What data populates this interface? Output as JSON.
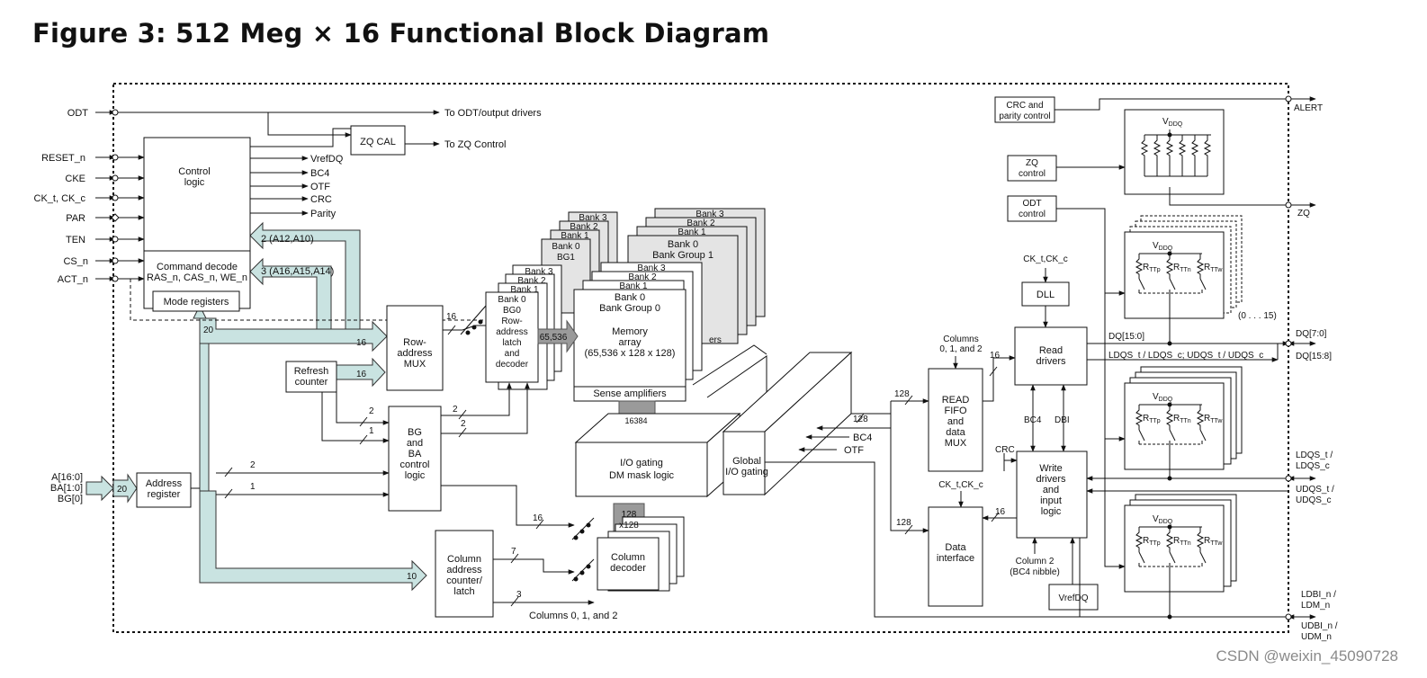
{
  "title": "Figure 3: 512 Meg × 16 Functional Block Diagram",
  "watermark": "CSDN @weixin_45090728",
  "colors": {
    "bus": "#c9e3e1",
    "bus_stroke": "#333333",
    "bank_fill": "#e4e4e4",
    "gray_arrow": "#9a9a9a"
  },
  "inputs": {
    "odt": "ODT",
    "reset": "RESET_n",
    "cke": "CKE",
    "ck": "CK_t, CK_c",
    "par": "PAR",
    "ten": "TEN",
    "cs": "CS_n",
    "act": "ACT_n",
    "addr1": "A[16:0]",
    "addr2": "BA[1:0]",
    "addr3": "BG[0]"
  },
  "control": {
    "block_line1": "Control",
    "block_line2": "logic",
    "cmd_line1": "Command decode",
    "cmd_line2": "RAS_n, CAS_n, WE_n",
    "mode": "Mode registers",
    "out_odt": "To ODT/output drivers",
    "zqcal": "ZQ CAL",
    "out_zq": "To ZQ Control",
    "outs": [
      "VrefDQ",
      "BC4",
      "OTF",
      "CRC",
      "Parity"
    ],
    "bus_a": "2 (A12,A10)",
    "bus_b": "3 (A16,A15,A14)"
  },
  "address": {
    "line1": "Address",
    "line2": "register",
    "width": "20",
    "w20": "20",
    "w16a": "16",
    "w16b": "16",
    "w16c": "16",
    "w2": "2",
    "w1": "1",
    "w10": "10"
  },
  "row_mux": {
    "line1": "Row-",
    "line2": "address",
    "line3": "MUX"
  },
  "refresh": {
    "line1": "Refresh",
    "line2": "counter"
  },
  "bgba": {
    "line1": "BG",
    "line2": "and",
    "line3": "BA",
    "line4": "control",
    "line5": "logic",
    "w2a": "2",
    "w2b": "2",
    "w1": "1"
  },
  "col_counter": {
    "line1": "Column",
    "line2": "address",
    "line3": "counter/",
    "line4": "latch",
    "w7": "7",
    "w3": "3",
    "cols_label": "Columns 0, 1, and 2"
  },
  "bg0": {
    "banks": [
      "Bank 3",
      "Bank 2",
      "Bank 1"
    ],
    "latch": [
      "Bank 0",
      "BG0",
      "Row-",
      "address",
      "latch",
      "and",
      "decoder"
    ],
    "w65536": "65,536"
  },
  "bg1": {
    "banks": [
      "Bank 3",
      "Bank 2",
      "Bank 1"
    ],
    "bank0": [
      "Bank 0",
      "BG1"
    ]
  },
  "group1": {
    "banks": [
      "Bank 3",
      "Bank 2",
      "Bank 1"
    ],
    "bank0": [
      "Bank 0",
      "Bank Group 1"
    ]
  },
  "group0": {
    "banks": [
      "Bank 3",
      "Bank 2",
      "Bank 1"
    ],
    "bank0": [
      "Bank 0",
      "Bank Group 0"
    ],
    "memory": [
      "Memory",
      "array",
      "(65,536  x 128 x 128)"
    ],
    "sense": "Sense amplifiers",
    "partial": "ers"
  },
  "io": {
    "w16384": "16384",
    "line1": "I/O gating",
    "line2": "DM mask logic",
    "w128": "128",
    "wx128": "x128"
  },
  "col_decoder": {
    "line1": "Column",
    "line2": "decoder"
  },
  "global_io": {
    "line1": "Global",
    "line2": "I/O gating",
    "w128": "128",
    "bc4": "BC4",
    "otf": "OTF"
  },
  "read_fifo": {
    "lines": [
      "READ",
      "FIFO",
      "and",
      "data",
      "MUX"
    ],
    "cols": [
      "Columns",
      "0, 1, and 2"
    ],
    "w128": "128",
    "w16": "16"
  },
  "data_iface": {
    "line1": "Data",
    "line2": "interface",
    "clk": "CK_t,CK_c",
    "w128": "128",
    "w16": "16"
  },
  "dll": {
    "label": "DLL",
    "clk": "CK_t,CK_c"
  },
  "read_drv": {
    "line1": "Read",
    "line2": "drivers",
    "dq": "DQ[15:0]",
    "dqs": "LDQS_t / LDQS_c; UDQS_t / UDQS_c"
  },
  "write_drv": {
    "lines": [
      "Write",
      "drivers",
      "and",
      "input",
      "logic"
    ],
    "bc4": "BC4",
    "dbi": "DBI",
    "crc": "CRC",
    "col2": [
      "Column 2",
      "(BC4 nibble)"
    ],
    "vref": "VrefDQ"
  },
  "crc_block": {
    "line1": "CRC and",
    "line2": "parity control",
    "alert": "ALERT"
  },
  "zq_block": {
    "line1": "ZQ",
    "line2": "control",
    "zq": "ZQ",
    "vddq": "V",
    "vddq_sub": "DDQ"
  },
  "odt_block": {
    "line1": "ODT",
    "line2": "control"
  },
  "term": {
    "r": "R",
    "p": "TTp",
    "n": "TTn",
    "w": "TTw",
    "range": "(0 . . . 15)"
  },
  "pins": {
    "dq70": "DQ[7:0]",
    "dq158": "DQ[15:8]",
    "ldqs1": "LDQS_t /",
    "ldqs2": "LDQS_c",
    "udqs1": "UDQS_t /",
    "udqs2": "UDQS_c",
    "ldbi1": "LDBI_n /",
    "ldbi2": "LDM_n",
    "udbi1": "UDBI_n /",
    "udbi2": "UDM_n"
  }
}
